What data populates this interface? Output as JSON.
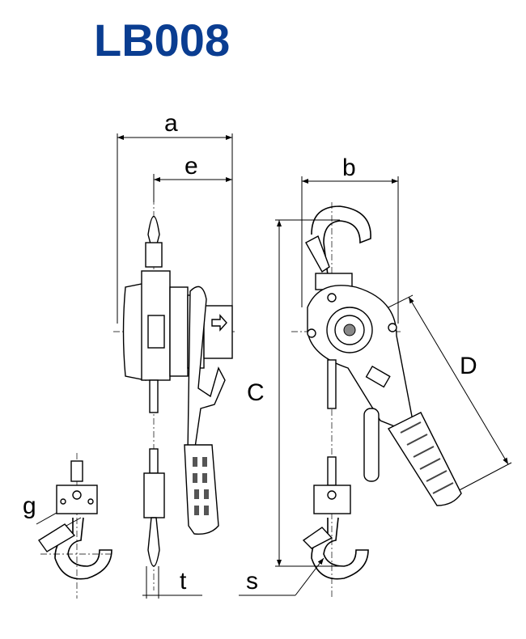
{
  "title": "LB008",
  "dimensions": {
    "a": "a",
    "e": "e",
    "b": "b",
    "C": "C",
    "D": "D",
    "g": "g",
    "t": "t",
    "s": "s"
  },
  "colors": {
    "title": "#0a3d91"
  }
}
